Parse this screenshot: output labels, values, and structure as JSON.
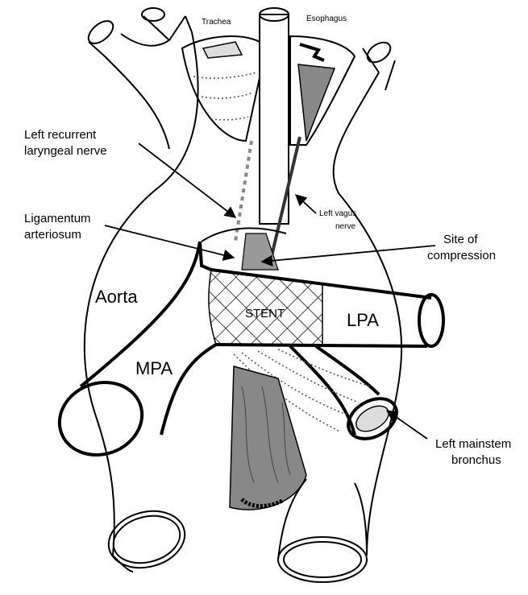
{
  "labels": {
    "trachea": "Trachea",
    "esophagus": "Esophagus",
    "left_recurrent_line1": "Left recurrent",
    "left_recurrent_line2": "laryngeal nerve",
    "ligamentum_line1": "Ligamentum",
    "ligamentum_line2": "arteriosum",
    "left_vagus_line1": "Left vagus",
    "left_vagus_line2": "nerve",
    "site_line1": "Site of",
    "site_line2": "compression",
    "aorta": "Aorta",
    "stent": "STENT",
    "lpa": "LPA",
    "mpa": "MPA",
    "bronchus_line1": "Left mainstem",
    "bronchus_line2": "bronchus"
  }
}
